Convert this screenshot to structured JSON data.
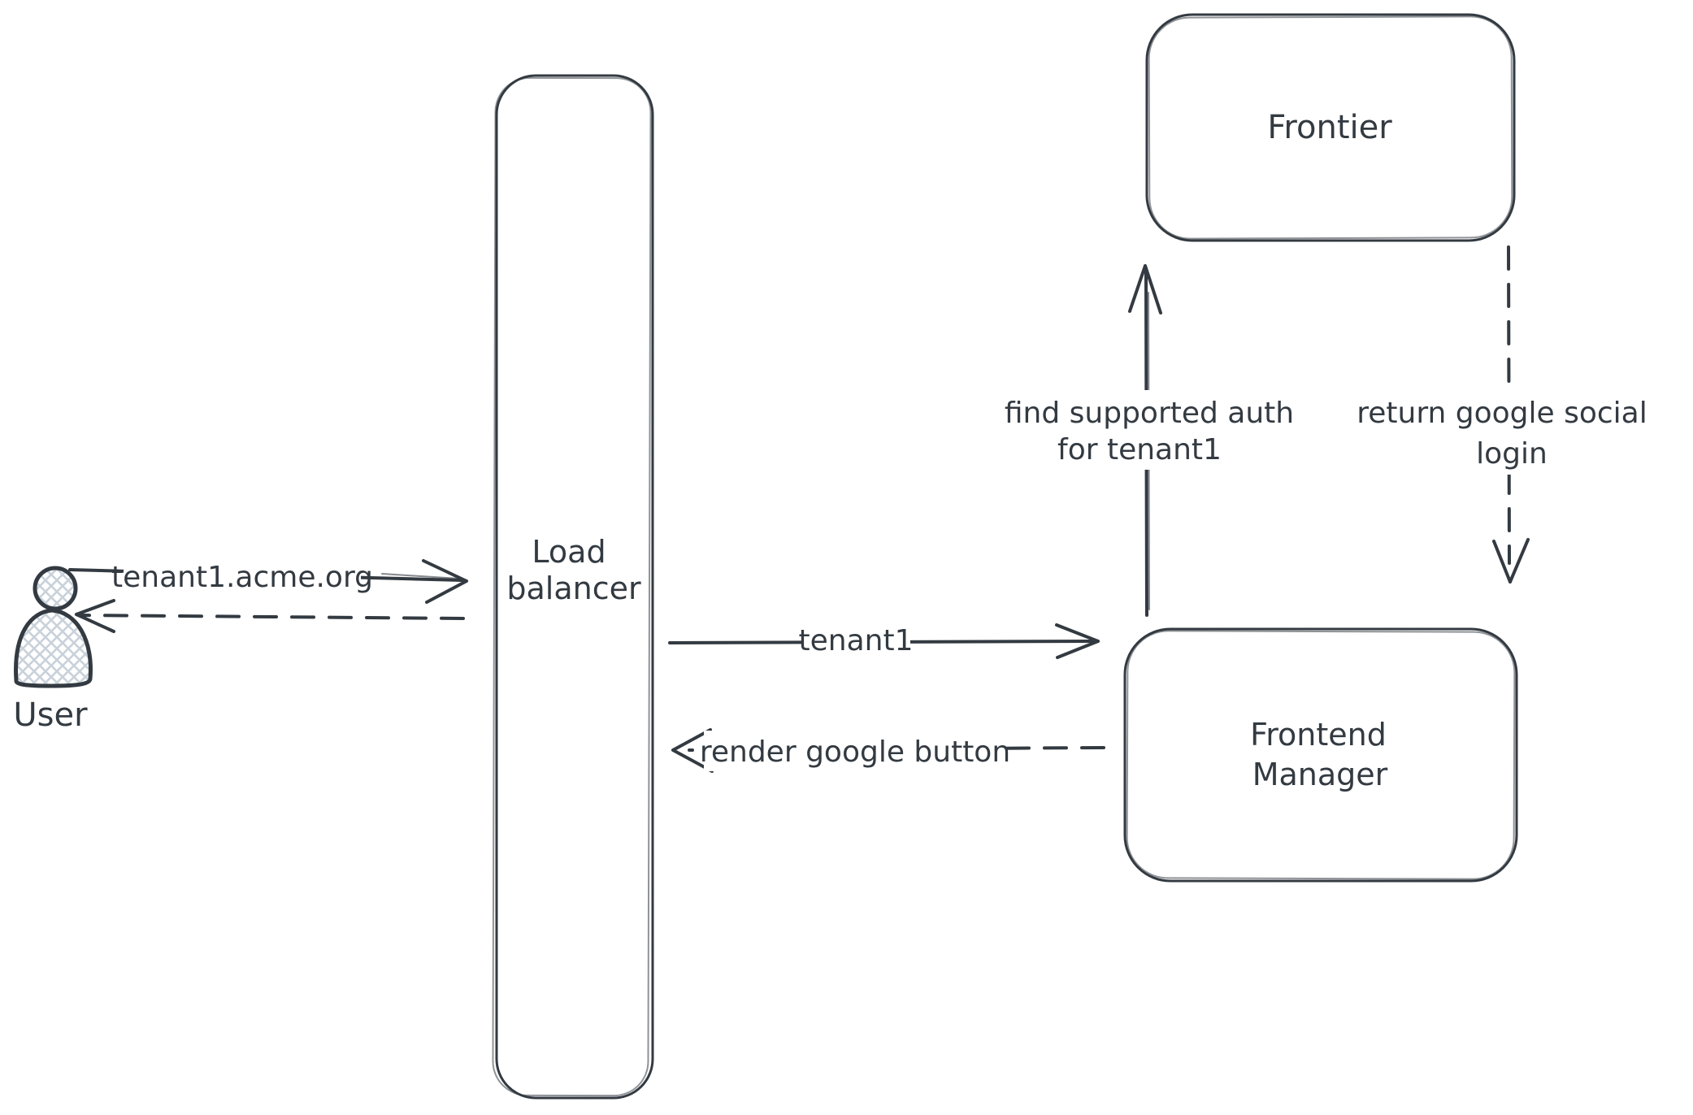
{
  "canvas": {
    "background_color": "#ffffff",
    "ink_color": "#333a41",
    "hatch_fill_color": "#c9d2da",
    "style": "hand-drawn whiteboard diagram"
  },
  "icons": {
    "user_actor": "person-silhouette-crosshatch"
  },
  "nodes": {
    "user": {
      "label": "User",
      "type": "actor"
    },
    "load_balancer": {
      "label_lines": [
        "Load",
        "balancer"
      ],
      "type": "rounded-rectangle"
    },
    "frontier": {
      "label": "Frontier",
      "type": "rounded-rectangle"
    },
    "frontend_manager": {
      "label_lines": [
        "Frontend",
        "Manager"
      ],
      "type": "rounded-rectangle"
    }
  },
  "arrows": {
    "user_request": {
      "label": "tenant1.acme.org",
      "style": "solid",
      "direction": "user to load balancer"
    },
    "lb_response": {
      "label": "",
      "style": "dashed",
      "direction": "load balancer to user"
    },
    "lb_to_fm": {
      "label": "tenant1",
      "style": "solid",
      "direction": "load balancer to frontend manager"
    },
    "fm_render": {
      "label": "render google button",
      "style": "dashed",
      "direction": "frontend manager to load balancer"
    },
    "fm_find_auth": {
      "label_lines": [
        "find supported auth",
        "for tenant1"
      ],
      "style": "solid",
      "direction": "frontend manager to frontier"
    },
    "frontier_return": {
      "label_lines": [
        "return google social",
        "login"
      ],
      "style": "dashed",
      "direction": "frontier to frontend manager"
    }
  }
}
